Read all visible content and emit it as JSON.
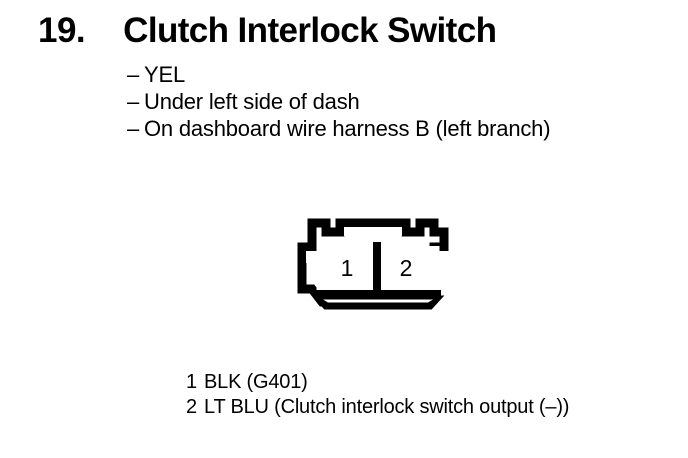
{
  "page": {
    "background_color": "#ffffff",
    "ink_color": "#000000"
  },
  "heading": {
    "number": "19.",
    "title": "Clutch Interlock Switch"
  },
  "details": {
    "dash": "–",
    "items": [
      {
        "text": "YEL"
      },
      {
        "text": "Under left side of dash"
      },
      {
        "text": "On dashboard wire harness B (left branch)"
      }
    ]
  },
  "connector": {
    "name": "two-cavity-connector",
    "cavity_count": 2,
    "cavities": [
      {
        "number": "1"
      },
      {
        "number": "2"
      }
    ]
  },
  "legend": {
    "rows": [
      {
        "pin": "1",
        "description": "BLK (G401)"
      },
      {
        "pin": "2",
        "description": "LT BLU (Clutch interlock switch output (–))"
      }
    ]
  }
}
